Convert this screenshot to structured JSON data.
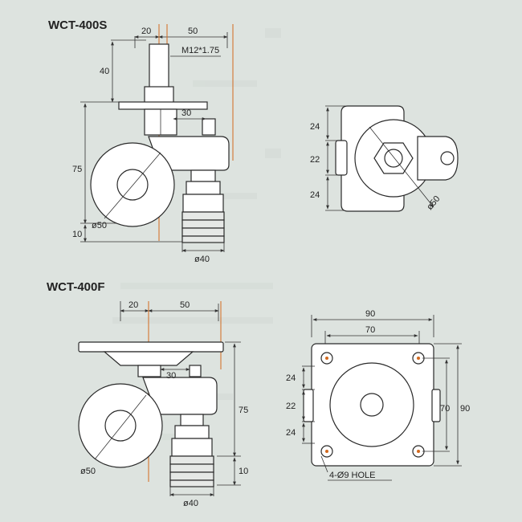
{
  "colors": {
    "background": "#dde3df",
    "centerline": "#d2691e",
    "line": "#2a2a2a"
  },
  "model_s": {
    "title": "WCT-400S",
    "dim_20": "20",
    "dim_50": "50",
    "dim_thread": "M12*1.75",
    "dim_40": "40",
    "dim_30": "30",
    "dim_75": "75",
    "dim_10": "10",
    "dim_wheel": "ø50",
    "dim_foot": "ø40",
    "plan_24a": "24",
    "plan_22": "22",
    "plan_24b": "24",
    "plan_wheel": "ø50"
  },
  "model_f": {
    "title": "WCT-400F",
    "dim_20": "20",
    "dim_50": "50",
    "dim_30": "30",
    "dim_75": "75",
    "dim_10": "10",
    "dim_wheel": "ø50",
    "dim_foot": "ø40",
    "plate_90w": "90",
    "plate_70w": "70",
    "plan_24a": "24",
    "plan_22": "22",
    "plan_24b": "24",
    "plate_70h": "70",
    "plate_90h": "90",
    "hole_label": "4-Ø9 HOLE"
  }
}
